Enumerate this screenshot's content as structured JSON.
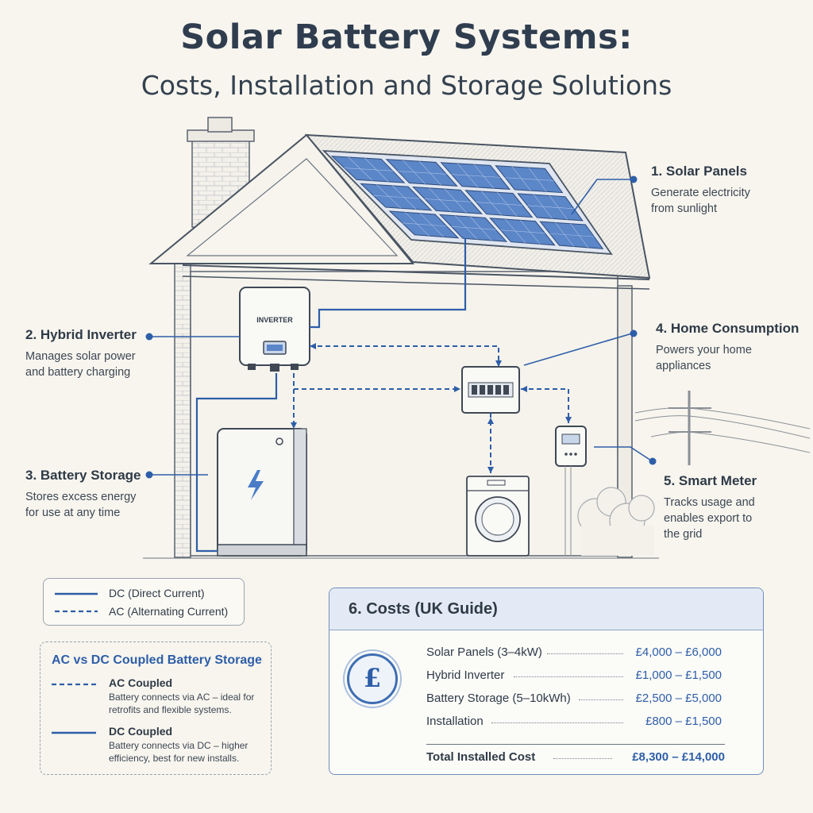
{
  "header": {
    "title": "Solar Battery Systems:",
    "subtitle": "Costs, Installation and Storage Solutions"
  },
  "labels": {
    "inverter": "INVERTER"
  },
  "callouts": [
    {
      "id": "solar",
      "heading": "1. Solar Panels",
      "lines": [
        "Generate electricity",
        "from sunlight"
      ]
    },
    {
      "id": "inverter",
      "heading": "2. Hybrid Inverter",
      "lines": [
        "Manages solar power",
        "and battery charging"
      ]
    },
    {
      "id": "battery",
      "heading": "3. Battery Storage",
      "lines": [
        "Stores excess energy",
        "for use at any time"
      ]
    },
    {
      "id": "home",
      "heading": "4. Home Consumption",
      "lines": [
        "Powers your home",
        "appliances"
      ]
    },
    {
      "id": "meter",
      "heading": "5. Smart Meter",
      "lines": [
        "Tracks usage and",
        "enables export to",
        "the grid"
      ]
    }
  ],
  "legend": {
    "dc": "DC  (Direct Current)",
    "ac": "AC  (Alternating Current)"
  },
  "coupled": {
    "title": "AC vs DC Coupled Battery Storage",
    "ac_title": "AC Coupled",
    "ac_desc": "Battery connects via AC – ideal for retrofits and flexible systems.",
    "dc_title": "DC Coupled",
    "dc_desc": "Battery connects via DC – higher efficiency, best for new installs."
  },
  "costs": {
    "heading": "6.  Costs (UK Guide)",
    "symbol": "£",
    "items": [
      {
        "label": "Solar Panels (3–4kW)",
        "value": "£4,000  –  £6,000"
      },
      {
        "label": "Hybrid Inverter",
        "value": "£1,000  –  £1,500"
      },
      {
        "label": "Battery Storage (5–10kWh)",
        "value": "£2,500  –  £5,000"
      },
      {
        "label": "Installation",
        "value": "£800  –  £1,500"
      }
    ],
    "total_label": "Total Installed Cost",
    "total_value": "£8,300  –  £14,000"
  },
  "colors": {
    "accent": "#2e5ea8",
    "line": "#4a5563",
    "panel": "#5b86c8",
    "background": "#f7f5ee"
  }
}
